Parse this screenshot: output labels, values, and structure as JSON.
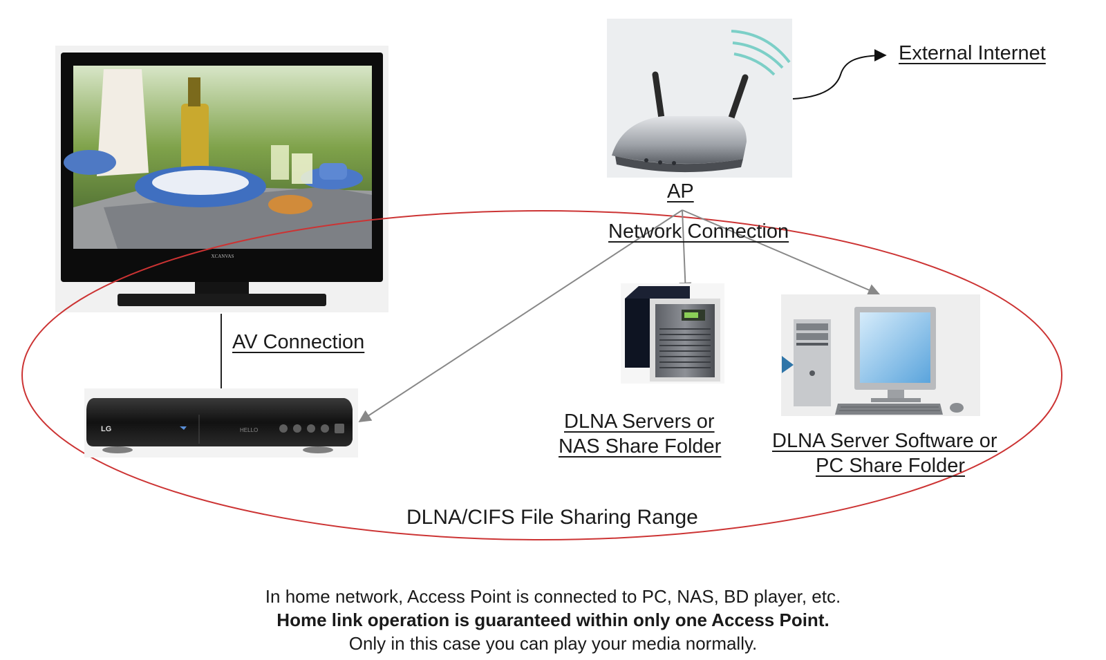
{
  "labels": {
    "ap": "AP",
    "external_internet": "External Internet",
    "network_connection": "Network Connection",
    "av_connection": "AV Connection",
    "nas_line1": "DLNA Servers  or",
    "nas_line2": "NAS Share Folder",
    "pc_line1": "DLNA Server Software or",
    "pc_line2": "PC Share Folder",
    "range": "DLNA/CIFS File Sharing Range",
    "tv_brand": "XCANVAS",
    "player_brand": "LG",
    "player_display": "HELLO"
  },
  "caption": {
    "line1": "In home network, Access Point is connected to PC, NAS, BD player, etc.",
    "line2": "Home link operation is guaranteed within only one Access Point.",
    "line3": "Only in this case you can play your media normally."
  },
  "colors": {
    "range_ellipse": "#cc3333",
    "connector": "#888888"
  }
}
